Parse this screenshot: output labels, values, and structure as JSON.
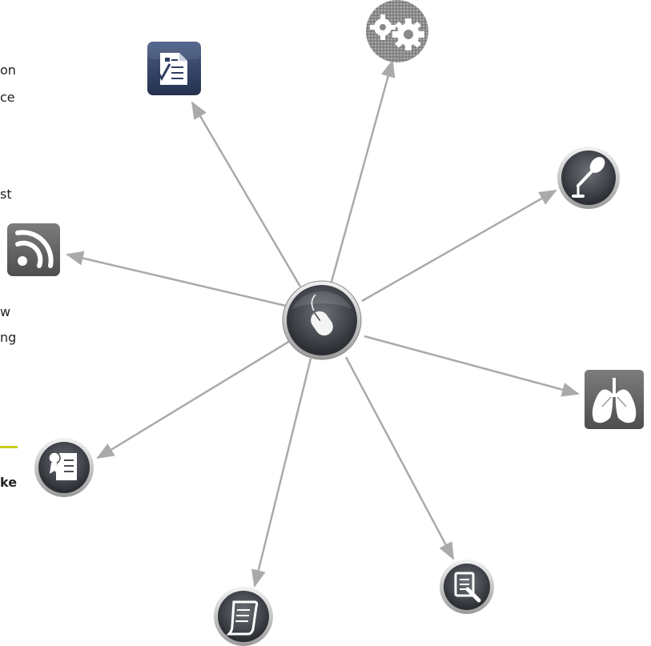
{
  "colors": {
    "arrow": "#aaaaaa",
    "accent": "#c8cf1a",
    "icon_dark": "#3a3d42",
    "icon_mid": "#5a5e64",
    "icon_light": "#ffffff",
    "tile_gray": "#6a6a6a",
    "tile_navy": "#2f3f63"
  },
  "left_text": {
    "fragments": [
      "on",
      "ce",
      "st",
      "w",
      "ng",
      "ke"
    ]
  },
  "diagram": {
    "center": {
      "icon": "computer-mouse-icon"
    },
    "nodes": [
      {
        "id": "checklist",
        "icon": "document-checklist-icon",
        "shape": "rounded-square"
      },
      {
        "id": "settings",
        "icon": "gears-icon",
        "shape": "circle-textured"
      },
      {
        "id": "microphone",
        "icon": "microphone-icon",
        "shape": "circle"
      },
      {
        "id": "lungs",
        "icon": "lungs-icon",
        "shape": "rounded-square"
      },
      {
        "id": "edit-report",
        "icon": "edit-document-icon",
        "shape": "circle"
      },
      {
        "id": "scroll",
        "icon": "scroll-document-icon",
        "shape": "circle"
      },
      {
        "id": "certificate",
        "icon": "certificate-icon",
        "shape": "circle"
      },
      {
        "id": "rss",
        "icon": "rss-feed-icon",
        "shape": "rounded-square"
      }
    ]
  }
}
